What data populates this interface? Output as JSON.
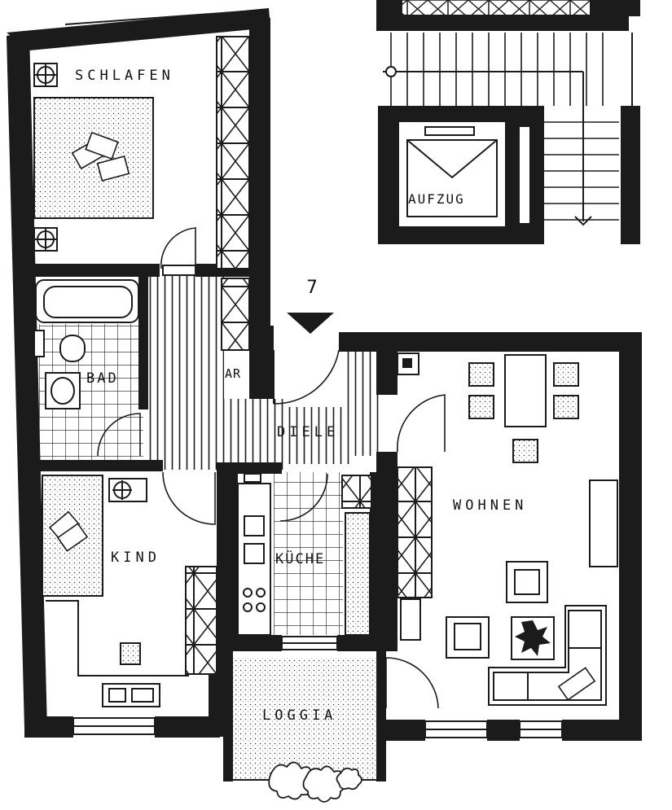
{
  "rooms": {
    "schlafen": "SCHLAFEN",
    "aufzug": "AUFZUG",
    "bad": "BAD",
    "ar": "AR",
    "diele": "DIELE",
    "wohnen": "WOHNEN",
    "kind": "KIND",
    "kueche": "KÜCHE",
    "loggia": "LOGGIA"
  },
  "entrance_number": "7",
  "colors": {
    "wall": "#1b1b1b",
    "background": "#ffffff"
  }
}
